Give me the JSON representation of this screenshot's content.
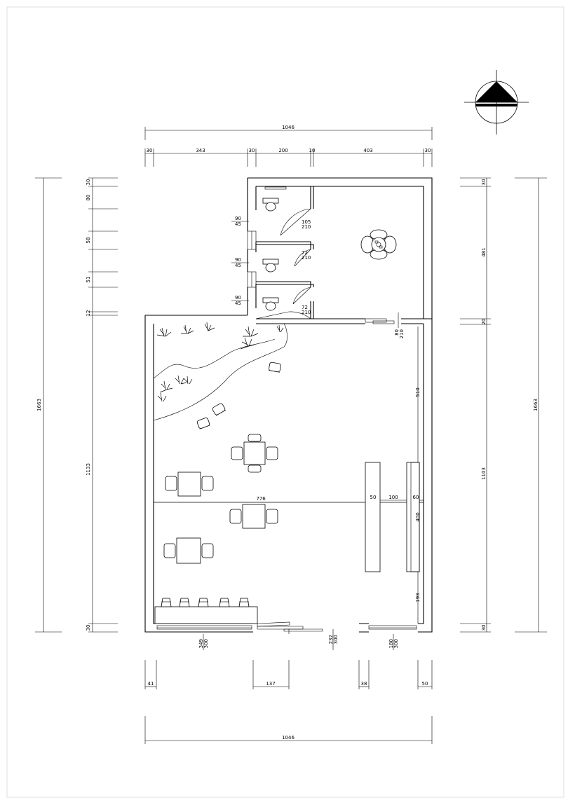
{
  "plan": {
    "top_total": "1046",
    "top_segments": [
      "30",
      "343",
      "30",
      "200",
      "10",
      "403",
      "30"
    ],
    "bottom_total": "1046",
    "bottom_segments": [
      "41",
      "137",
      "38",
      "50"
    ],
    "left_total": "1663",
    "left_segments": [
      "30",
      "80",
      "58",
      "51",
      "12",
      "1133",
      "30"
    ],
    "right_total": "1663",
    "right_segments": [
      "30",
      "481",
      "20",
      "1103",
      "30"
    ],
    "interior": {
      "room_width": "776",
      "wall_510": "510",
      "shelf_gap_50": "50",
      "shelf_gap_100": "100",
      "shelf_gap_60": "60",
      "shelf_len_400": "400",
      "gap_193": "193"
    },
    "windows_left": [
      {
        "w": "90",
        "h": "45"
      },
      {
        "w": "90",
        "h": "45"
      },
      {
        "w": "90",
        "h": "45"
      }
    ],
    "doors_wc": [
      {
        "w": "105",
        "h": "210"
      },
      {
        "w": "72",
        "h": "210"
      },
      {
        "w": "72",
        "h": "210"
      }
    ],
    "door_mid": {
      "w": "80",
      "h": "210"
    },
    "bottom_openings": [
      {
        "w": "349",
        "h": "300"
      },
      {
        "w": "232",
        "h": "300"
      },
      {
        "w": "180",
        "h": "300"
      }
    ]
  }
}
